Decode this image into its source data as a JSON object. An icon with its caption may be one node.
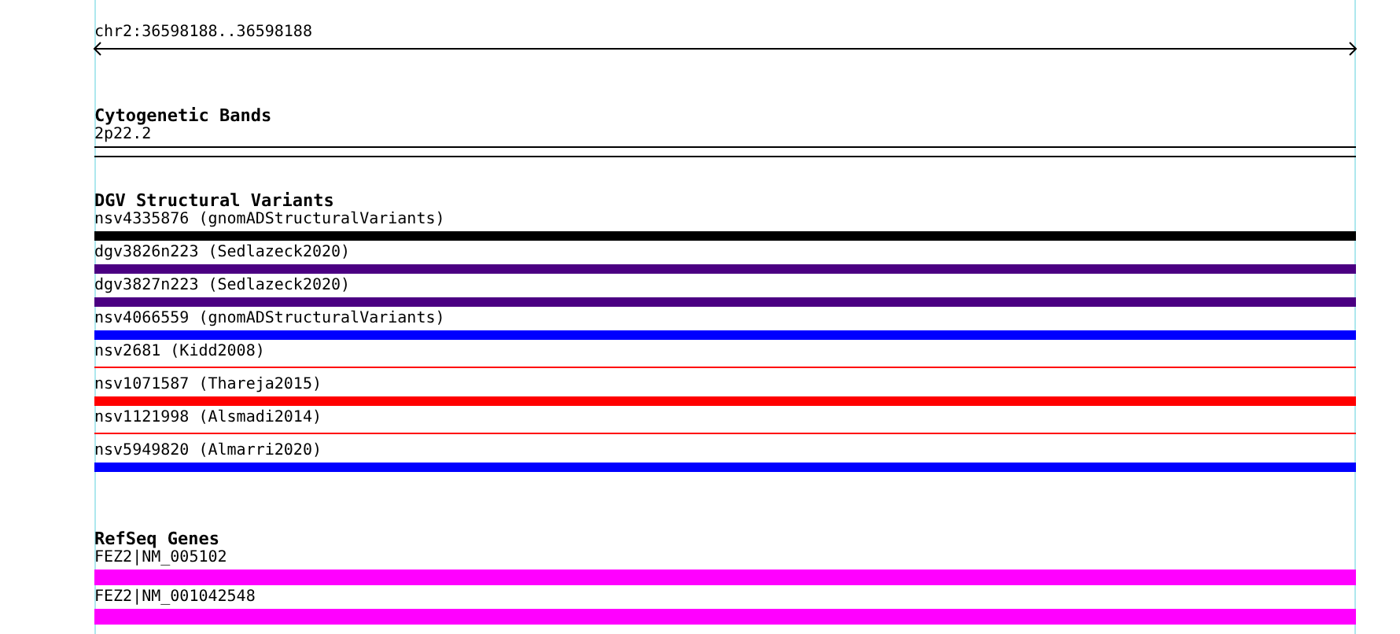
{
  "diagram": {
    "nodes": [
      {
        "text": [
          "2p22.2"
        ]
      },
      {
        "text": [
          "nsv4335876 (gnomADStructuralVariants)"
        ]
      },
      {
        "text": [
          "dgv3826n223 (Sedlazeck2020)"
        ]
      },
      {
        "text": [
          "dgv3827n223 (Sedlazeck2020)"
        ]
      },
      {
        "text": [
          "nsv4066559 (gnomADStructuralVariants)"
        ]
      },
      {
        "text": [
          "nsv2681 (Kidd2008)"
        ]
      },
      {
        "text": [
          "nsv1071587 (Thareja2015)"
        ]
      },
      {
        "text": [
          "nsv1121998 (Alsmadi2014)"
        ]
      },
      {
        "text": [
          "nsv5949820 (Almarri2020)"
        ]
      },
      {
        "text": [
          "FEZ2|NM_005102"
        ]
      },
      {
        "text": [
          "FEZ2|NM_001042548"
        ]
      }
    ],
    "edges": [],
    "labels": [
      "chr2:36598188..36598188",
      "Cytogenetic Bands",
      "DGV Structural Variants",
      "RefSeq Genes"
    ]
  }
}
